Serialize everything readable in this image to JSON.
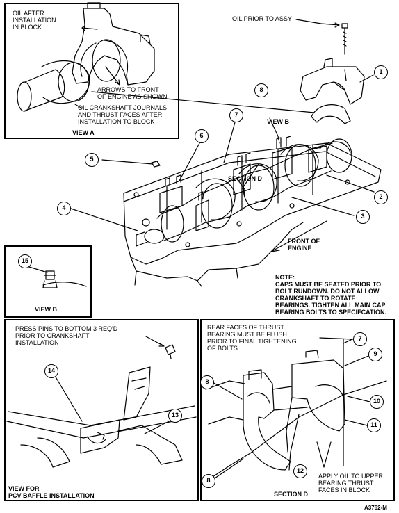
{
  "view_a": {
    "label": "VIEW A",
    "oil_after": "OIL AFTER\nINSTALLATION\nIN BLOCK",
    "arrows": "ARROWS TO FRONT\nOF ENGINE AS SHOWN",
    "oil_journals": "OIL CRANKSHAFT JOURNALS\nAND THRUST FACES AFTER\nINSTALLATION TO BLOCK"
  },
  "main": {
    "oil_prior": "OIL PRIOR TO ASSY",
    "view_b_label": "VIEW B",
    "section_d_label": "SECTION D",
    "front_engine": "FRONT OF\nENGINE",
    "note": "NOTE:\nCAPS MUST BE SEATED PRIOR TO\nBOLT RUNDOWN. DO NOT ALLOW\nCRANKSHAFT TO ROTATE\nBEARINGS. TIGHTEN ALL MAIN CAP\nBEARING BOLTS TO SPECIFCATION."
  },
  "view_b": {
    "label": "VIEW B"
  },
  "pcv": {
    "press_pins": "PRESS PINS TO BOTTOM 3 REQ'D\nPRIOR TO CRANKSHAFT\nINSTALLATION",
    "label": "VIEW FOR\nPCV BAFFLE INSTALLATION"
  },
  "section_d": {
    "rear_faces": "REAR FACES OF THRUST\nBEARING MUST BE FLUSH\nPRIOR TO FINAL TIGHTENING\nOF BOLTS",
    "apply_oil": "APPLY OIL TO UPPER\nBEARING THRUST\nFACES IN BLOCK",
    "label": "SECTION D"
  },
  "figure_id": "A3762-M",
  "callouts": {
    "c1": "1",
    "c2": "2",
    "c3": "3",
    "c4": "4",
    "c5": "5",
    "c6": "6",
    "c7": "7",
    "c8": "8",
    "c15": "15",
    "c14": "14",
    "c13": "13",
    "d7": "7",
    "d8a": "8",
    "d8b": "8",
    "d9": "9",
    "d10": "10",
    "d11": "11",
    "d12": "12"
  }
}
